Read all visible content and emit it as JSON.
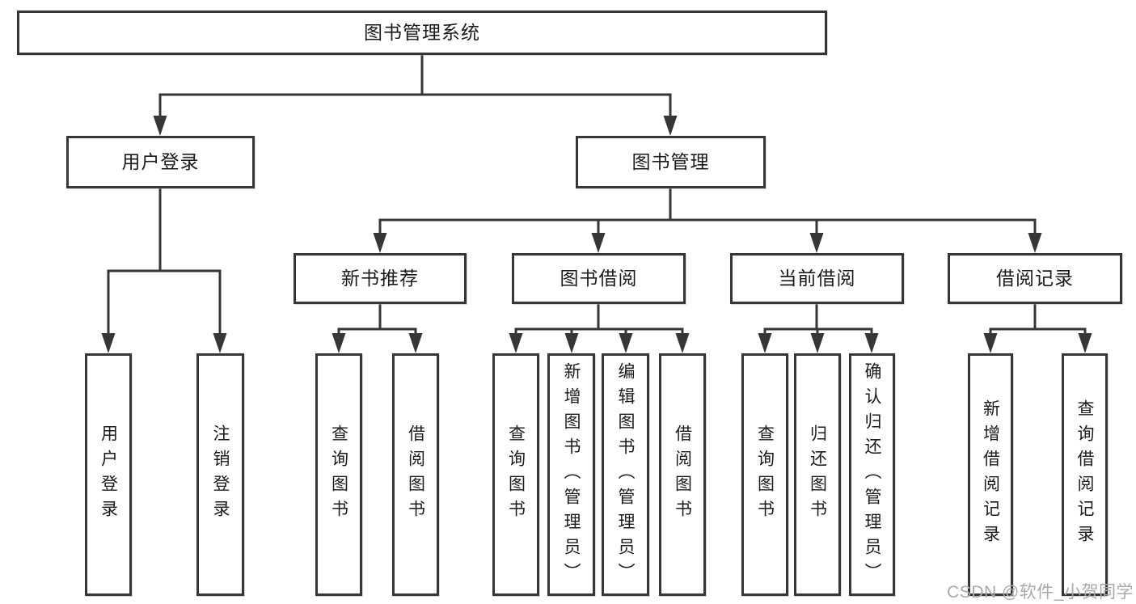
{
  "diagram": {
    "title": "图书管理系统",
    "tree": {
      "label": "图书管理系统",
      "children": [
        {
          "label": "用户登录",
          "children": [
            {
              "label": "用户登录"
            },
            {
              "label": "注销登录"
            }
          ]
        },
        {
          "label": "图书管理",
          "children": [
            {
              "label": "新书推荐",
              "children": [
                {
                  "label": "查询图书"
                },
                {
                  "label": "借阅图书"
                }
              ]
            },
            {
              "label": "图书借阅",
              "children": [
                {
                  "label": "查询图书"
                },
                {
                  "label": "新增图书（管理员）"
                },
                {
                  "label": "编辑图书（管理员）"
                },
                {
                  "label": "借阅图书"
                }
              ]
            },
            {
              "label": "当前借阅",
              "children": [
                {
                  "label": "查询图书"
                },
                {
                  "label": "归还图书"
                },
                {
                  "label": "确认归还（管理员）"
                }
              ]
            },
            {
              "label": "借阅记录",
              "children": [
                {
                  "label": "新增借阅记录"
                },
                {
                  "label": "查询借阅记录"
                }
              ]
            }
          ]
        }
      ]
    },
    "colors": {
      "line": "#363636",
      "text": "#1b1b1b",
      "watermark": "#a9a9a9",
      "background": "#ffffff"
    },
    "watermark": "CSDN @软件_小贺同学"
  }
}
